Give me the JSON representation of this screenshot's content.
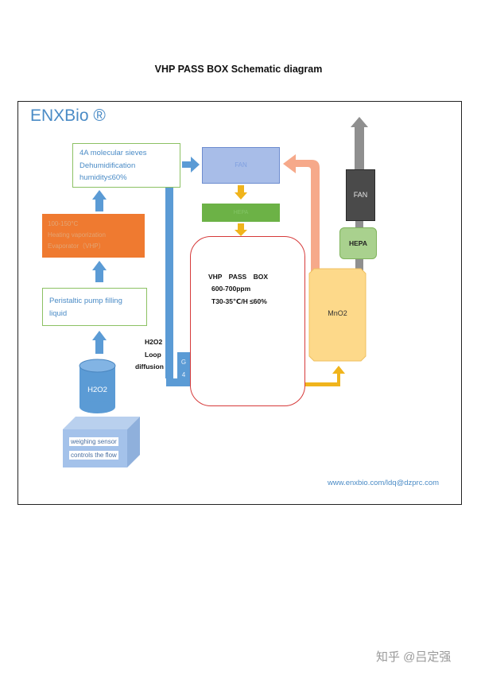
{
  "title": "VHP PASS BOX Schematic diagram",
  "brand": "ENXBio ®",
  "sieves_box": {
    "lines": [
      "4A molecular sieves",
      "Dehumidification",
      "humidity≤60%"
    ]
  },
  "heating_box": {
    "lines": [
      "100-150°C",
      "Heating vaporization",
      "Evaporator（VHP）"
    ]
  },
  "pump_box": {
    "lines": [
      "Peristaltic pump filling",
      "liquid"
    ]
  },
  "fan_label": "FAN",
  "hepa_bar_label": "HEPA",
  "chamber": {
    "name": "VHP PASS BOX",
    "concentration": "600-700ppm",
    "conditions": "T30-35℃/H ≤60%"
  },
  "generator": {
    "lines": [
      "G",
      "4"
    ]
  },
  "loop_label": {
    "lines": [
      "H2O2",
      "Loop",
      "diffusion"
    ]
  },
  "cylinder_label": "H2O2",
  "sensor_box": {
    "lines": [
      "weighing sensor",
      "controls the flow"
    ]
  },
  "mno2_label": "MnO2",
  "exhaust_fan_label": "FAN",
  "hepa_filter_label": "HEPA",
  "website": "www.enxbio.com/ldq@dzprc.com",
  "watermark": "知乎 @吕定强",
  "colors": {
    "brand_blue": "#4a8bc6",
    "arrow_blue": "#5b9bd5",
    "heater_orange": "#ef7a30",
    "fan_blue": "#a8bde8",
    "hepa_green": "#6cb246",
    "chamber_red": "#d63a3a",
    "arrow_yellow": "#f0b41c",
    "mno2_yellow": "#fdd98a",
    "return_salmon": "#f6a98a",
    "exhaust_gray": "#8f8f8f"
  }
}
